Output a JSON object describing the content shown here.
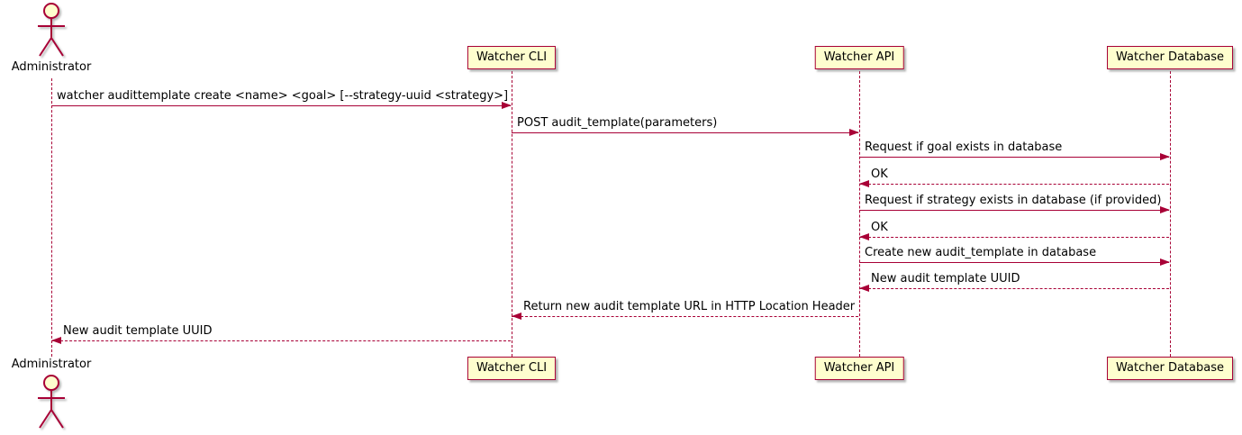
{
  "participants": [
    {
      "id": "administrator",
      "label": "Administrator",
      "kind": "actor"
    },
    {
      "id": "watcher-cli",
      "label": "Watcher CLI",
      "kind": "participant"
    },
    {
      "id": "watcher-api",
      "label": "Watcher API",
      "kind": "participant"
    },
    {
      "id": "watcher-database",
      "label": "Watcher Database",
      "kind": "participant"
    }
  ],
  "messages": [
    {
      "from": "administrator",
      "to": "watcher-cli",
      "text": "watcher audittemplate create <name> <goal> [--strategy-uuid <strategy>]",
      "line": "solid"
    },
    {
      "from": "watcher-cli",
      "to": "watcher-api",
      "text": "POST audit_template(parameters)",
      "line": "solid"
    },
    {
      "from": "watcher-api",
      "to": "watcher-database",
      "text": "Request if goal exists in database",
      "line": "solid"
    },
    {
      "from": "watcher-database",
      "to": "watcher-api",
      "text": "OK",
      "line": "dashed"
    },
    {
      "from": "watcher-api",
      "to": "watcher-database",
      "text": "Request if strategy exists in database (if provided)",
      "line": "solid"
    },
    {
      "from": "watcher-database",
      "to": "watcher-api",
      "text": "OK",
      "line": "dashed"
    },
    {
      "from": "watcher-api",
      "to": "watcher-database",
      "text": "Create new audit_template in database",
      "line": "solid"
    },
    {
      "from": "watcher-database",
      "to": "watcher-api",
      "text": "New audit template UUID",
      "line": "dashed"
    },
    {
      "from": "watcher-api",
      "to": "watcher-cli",
      "text": "Return new audit template URL in HTTP Location Header",
      "line": "dashed"
    },
    {
      "from": "watcher-cli",
      "to": "administrator",
      "text": "New audit template UUID",
      "line": "dashed"
    }
  ],
  "colors": {
    "line": "#A80036",
    "participant_fill": "#FEFECE",
    "participant_border": "#A80036",
    "actor_head_fill": "#FEFECE",
    "text": "#000000",
    "background": "#FFFFFF"
  }
}
